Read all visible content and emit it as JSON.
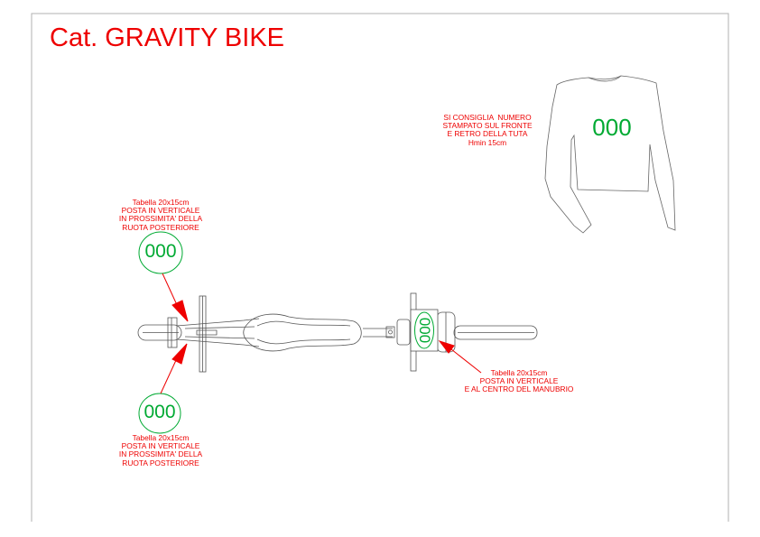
{
  "title": "Cat. GRAVITY BIKE",
  "shirt": {
    "number": "000",
    "note": [
      "SI CONSIGLIA  NUMERO",
      "STAMPATO SUL FRONTE",
      "E RETRO DELLA TUTA",
      "Hmin 15cm"
    ]
  },
  "rear_top_plate": {
    "number": "000",
    "note": [
      "Tabella 20x15cm",
      "POSTA IN VERTICALE",
      "IN PROSSIMITA' DELLA",
      "RUOTA POSTERIORE"
    ]
  },
  "rear_bottom_plate": {
    "number": "000",
    "note": [
      "Tabella 20x15cm",
      "POSTA IN VERTICALE",
      "IN PROSSIMITA' DELLA",
      "RUOTA POSTERIORE"
    ]
  },
  "handlebar_plate": {
    "number": "000",
    "note": [
      "Tabella 20x15cm",
      "POSTA IN VERTICALE",
      "E AL CENTRO DEL MANUBRIO"
    ]
  },
  "colors": {
    "annotation": "#ee0000",
    "number": "#00aa33",
    "linework": "#555555",
    "frame": "#aaaaaa"
  }
}
